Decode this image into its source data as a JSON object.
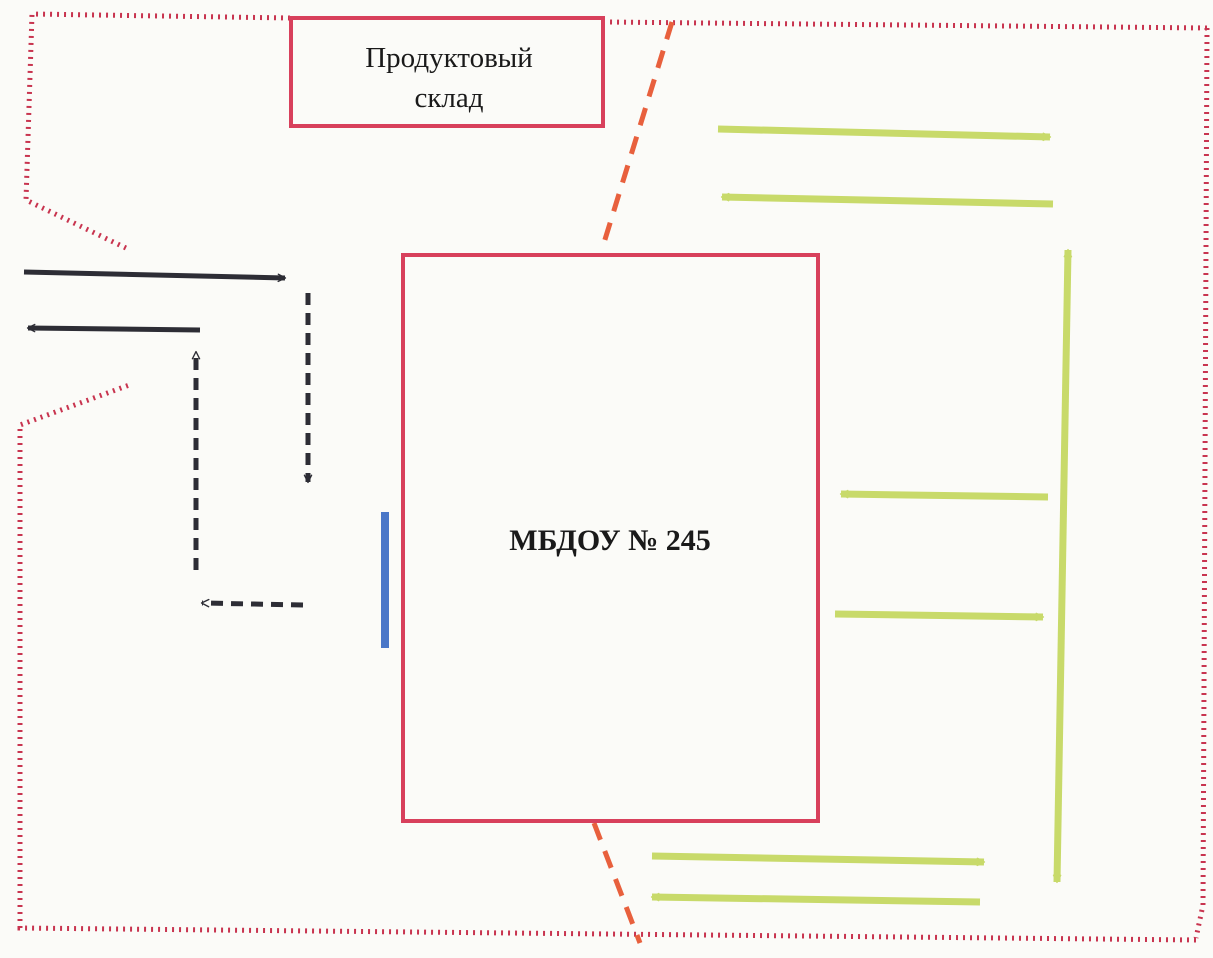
{
  "warehouse": {
    "line1": "Продуктовый",
    "line2": "склад"
  },
  "school": {
    "label": "МБДОУ № 245"
  },
  "colors": {
    "boundary": "#c8344f",
    "building_outline": "#d8405c",
    "gate_line": "#e8603d",
    "entrance_marker": "#4a77c8",
    "vehicle_route": "#2d2d35",
    "green_route": "#c8da6a",
    "background": "#fbfbf8"
  },
  "icons": {
    "solid_arrow": "arrow-solid",
    "dashed_arrow": "arrow-dashed",
    "double_arrow": "arrow-double"
  }
}
